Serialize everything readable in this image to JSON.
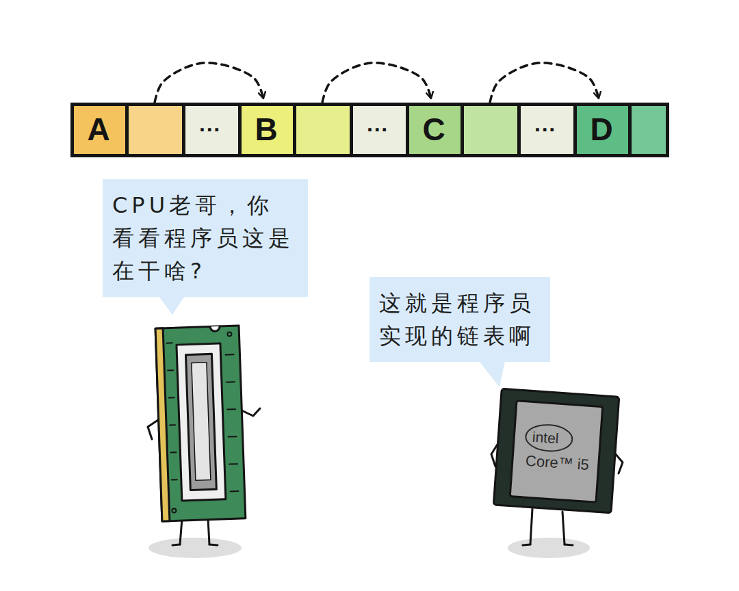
{
  "diagram": {
    "nodes": [
      {
        "text": [
          "A"
        ]
      },
      {
        "text": [
          "···"
        ]
      },
      {
        "text": [
          "B"
        ]
      },
      {
        "text": [
          "···"
        ]
      },
      {
        "text": [
          "C"
        ]
      },
      {
        "text": [
          "···"
        ]
      },
      {
        "text": [
          "D"
        ]
      },
      {
        "text": [
          "CPU老哥，你看看程序员这是在干啥?"
        ]
      },
      {
        "text": [
          "这就是程序员实现的链表啊"
        ]
      }
    ],
    "edges": [
      {
        "from": 0,
        "to": 2,
        "arrow": "to"
      },
      {
        "from": 2,
        "to": 4,
        "arrow": "to"
      },
      {
        "from": 4,
        "to": 6,
        "arrow": "to"
      }
    ],
    "labels": [
      "intel",
      "Core™ i5"
    ]
  }
}
